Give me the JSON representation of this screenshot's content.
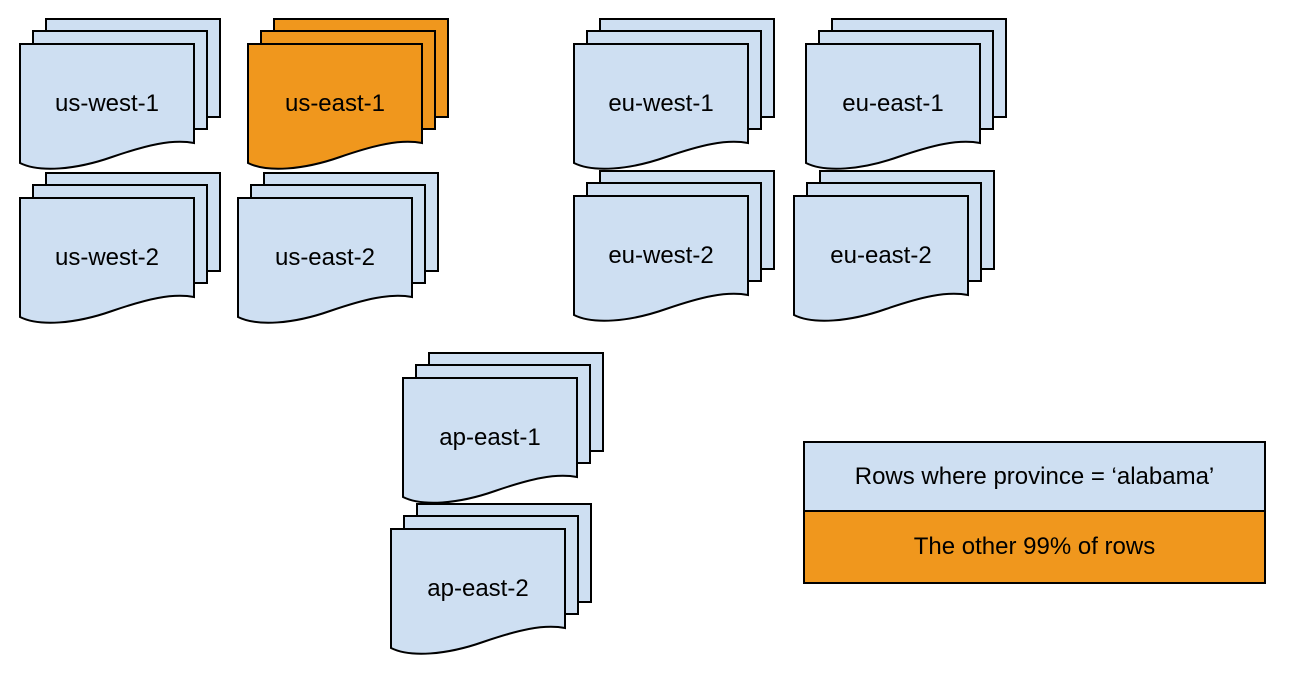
{
  "colors": {
    "page_blue": "#cedff2",
    "highlight_orange": "#f0971d",
    "outline": "#000000"
  },
  "stacks": [
    {
      "label": "us-west-1",
      "highlighted": false
    },
    {
      "label": "us-east-1",
      "highlighted": true
    },
    {
      "label": "eu-west-1",
      "highlighted": false
    },
    {
      "label": "eu-east-1",
      "highlighted": false
    },
    {
      "label": "us-west-2",
      "highlighted": false
    },
    {
      "label": "us-east-2",
      "highlighted": false
    },
    {
      "label": "eu-west-2",
      "highlighted": false
    },
    {
      "label": "eu-east-2",
      "highlighted": false
    },
    {
      "label": "ap-east-1",
      "highlighted": false
    },
    {
      "label": "ap-east-2",
      "highlighted": false
    }
  ],
  "legend": {
    "rows": [
      {
        "label": "Rows where province = ‘alabama’"
      },
      {
        "label": "The other 99% of rows"
      }
    ]
  }
}
